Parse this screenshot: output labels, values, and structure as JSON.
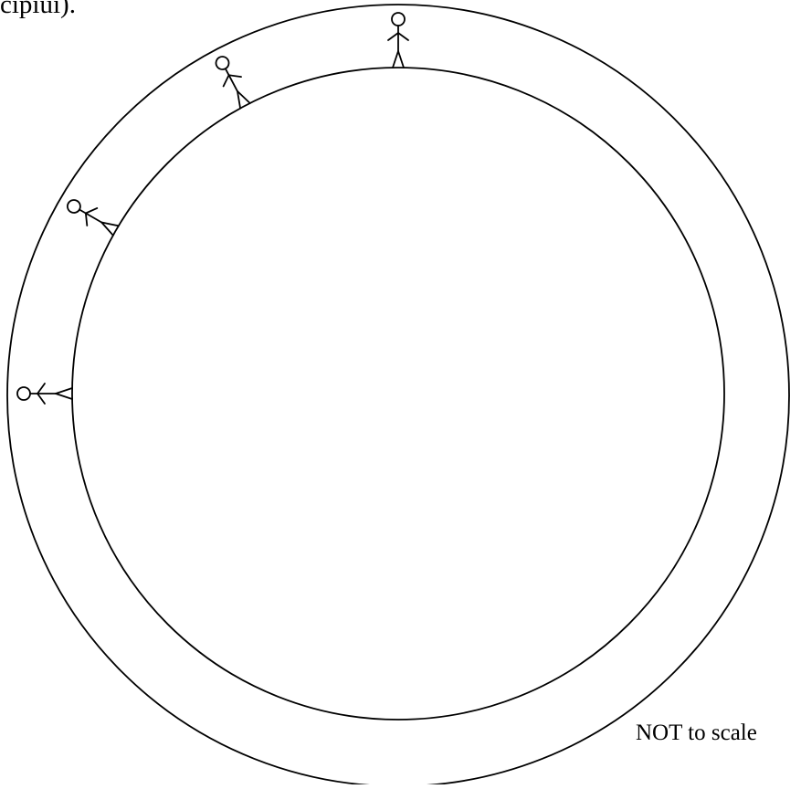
{
  "header_fragment": "cipiui).",
  "scale_note": "NOT to scale",
  "diagram": {
    "outer_circle": "outer-circle",
    "inner_circle": "inner-circle",
    "figures": [
      {
        "name": "stick-figure-top",
        "angle_deg": 0
      },
      {
        "name": "stick-figure-upper-left",
        "angle_deg": -28
      },
      {
        "name": "stick-figure-left",
        "angle_deg": -60
      },
      {
        "name": "stick-figure-far-left",
        "angle_deg": -90
      }
    ]
  },
  "colors": {
    "line": "#000000",
    "background": "#ffffff"
  }
}
